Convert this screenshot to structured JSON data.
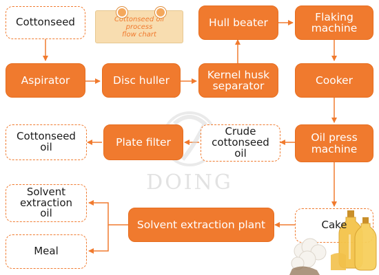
{
  "title_card": "Cottonseed oil\nprocess\nflow chart",
  "watermark": "DOING",
  "nodes": {
    "cottonseed": "Cottonseed",
    "aspirator": "Aspirator",
    "disc_huller": "Disc huller",
    "kernel_husk_separator": "Kernel husk\nseparator",
    "hull_beater": "Hull beater",
    "flaking_machine": "Flaking\nmachine",
    "cooker": "Cooker",
    "oil_press_machine": "Oil press\nmachine",
    "crude_cottonseed_oil": "Crude\ncottonseed\noil",
    "plate_filter": "Plate filter",
    "cottonseed_oil": "Cottonseed\noil",
    "cake": "Cake",
    "solvent_extraction_plant": "Solvent extraction plant",
    "solvent_extraction_oil": "Solvent\nextraction\noil",
    "meal": "Meal"
  },
  "colors": {
    "accent": "#f07a2e",
    "card": "#f8ddb0"
  }
}
